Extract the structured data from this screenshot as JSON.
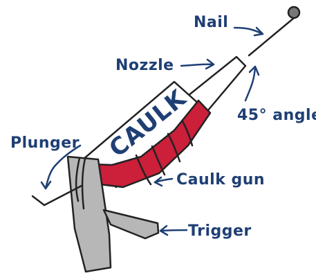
{
  "tube_label": "CAULK",
  "labels": {
    "nail": "Nail",
    "nozzle": "Nozzle",
    "angle": "45° angle",
    "plunger": "Plunger",
    "caulk_gun": "Caulk gun",
    "trigger": "Trigger"
  },
  "colors": {
    "ink": "#1f3f74",
    "frame_red": "#cc1f3a",
    "metal_gray": "#b7b7b7",
    "tube_white": "#ffffff"
  }
}
